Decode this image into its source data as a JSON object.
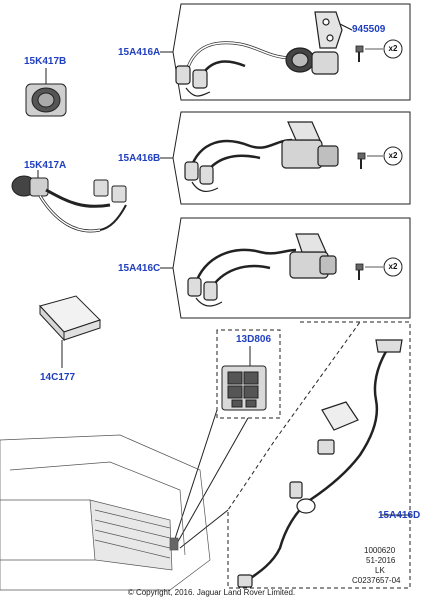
{
  "labels": {
    "l_945509": "945509",
    "l_15A416A": "15A416A",
    "l_15K417B": "15K417B",
    "l_15A416B": "15A416B",
    "l_15K417A": "15K417A",
    "l_15A416C": "15A416C",
    "l_13D806": "13D806",
    "l_14C177": "14C177",
    "l_15A416D": "15A416D"
  },
  "quantities": {
    "q1": "x2",
    "q2": "x2",
    "q3": "x2"
  },
  "reference": {
    "line1": "1000620",
    "line2": "51-2016",
    "line3": "LK",
    "line4": "C0237657-04"
  },
  "copyright": "© Copyright, 2016. Jaguar Land Rover Limited.",
  "colors": {
    "label_blue": "#1f3fbf",
    "line": "#222222",
    "fill_grey": "#cfcfcf"
  }
}
